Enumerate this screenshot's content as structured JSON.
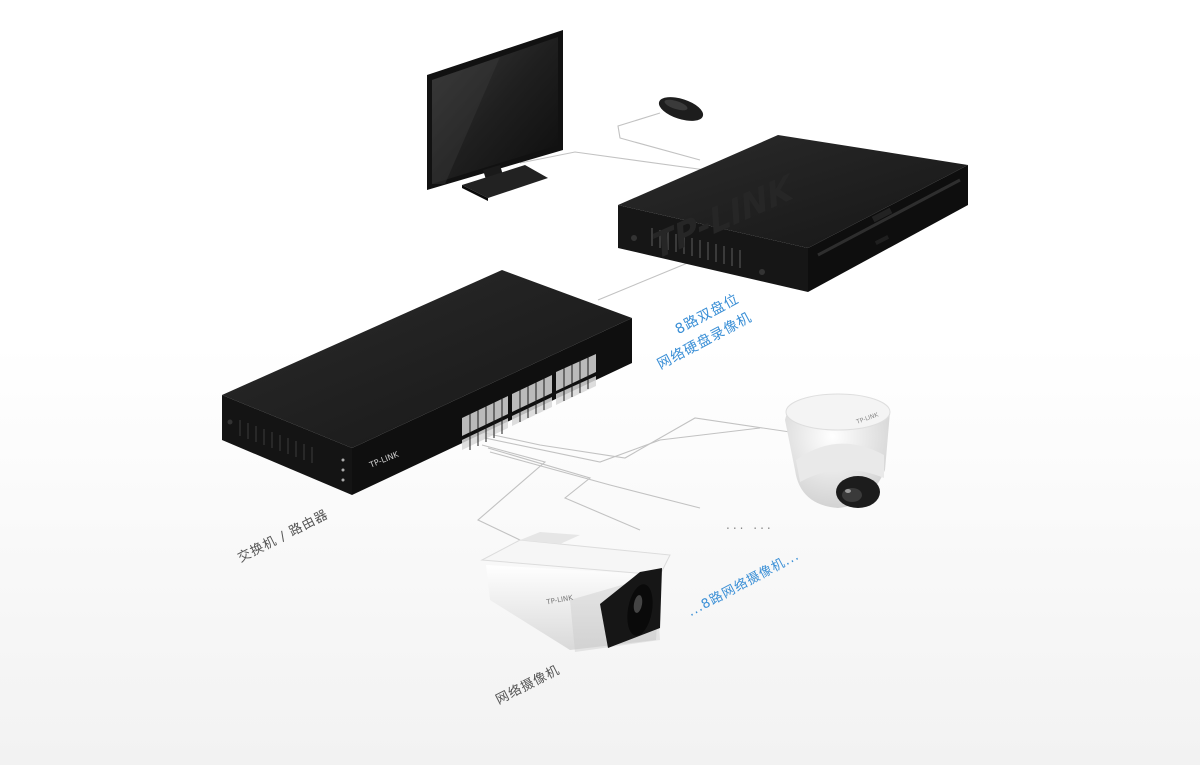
{
  "brand": "TP-LINK",
  "labels": {
    "switch_router": "交换机 / 路由器",
    "nvr_line1": "8路双盘位",
    "nvr_line2": "网络硬盘录像机",
    "cameras_8ch": "...8路网络摄像机...",
    "bullet_camera": "网络摄像机",
    "more_dots": "... ..."
  },
  "colors": {
    "label_blue": "#3a8fd6",
    "label_gray": "#555555",
    "device_dark": "#1e1e1e",
    "cable": "#bdbdbd"
  }
}
